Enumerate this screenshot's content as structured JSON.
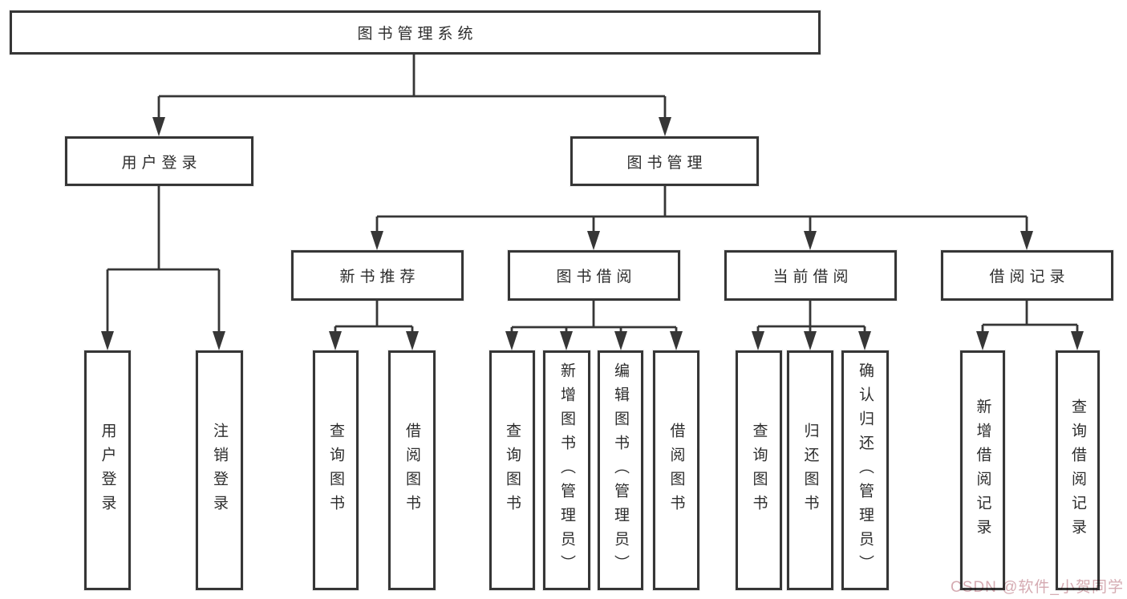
{
  "diagram": {
    "type": "hierarchy-tree",
    "tree": {
      "label": "图书管理系统",
      "children": [
        {
          "label": "用户登录",
          "children": [
            {
              "label": "用户登录"
            },
            {
              "label": "注销登录"
            }
          ]
        },
        {
          "label": "图书管理",
          "children": [
            {
              "label": "新书推荐",
              "children": [
                {
                  "label": "查询图书"
                },
                {
                  "label": "借阅图书"
                }
              ]
            },
            {
              "label": "图书借阅",
              "children": [
                {
                  "label": "查询图书"
                },
                {
                  "label": "新增图书（管理员）"
                },
                {
                  "label": "编辑图书（管理员）"
                },
                {
                  "label": "借阅图书"
                }
              ]
            },
            {
              "label": "当前借阅",
              "children": [
                {
                  "label": "查询图书"
                },
                {
                  "label": "归还图书"
                },
                {
                  "label": "确认归还（管理员）"
                }
              ]
            },
            {
              "label": "借阅记录",
              "children": [
                {
                  "label": "新增借阅记录"
                },
                {
                  "label": "查询借阅记录"
                }
              ]
            }
          ]
        }
      ]
    },
    "colors": {
      "line": "#363636",
      "box_border": "#363636",
      "box_fill": "#ffffff",
      "text": "#2d2d2d",
      "watermark": "#d5abb2",
      "background": "#ffffff"
    },
    "watermark": {
      "text": "CSDN @软件_小贺同学"
    }
  }
}
